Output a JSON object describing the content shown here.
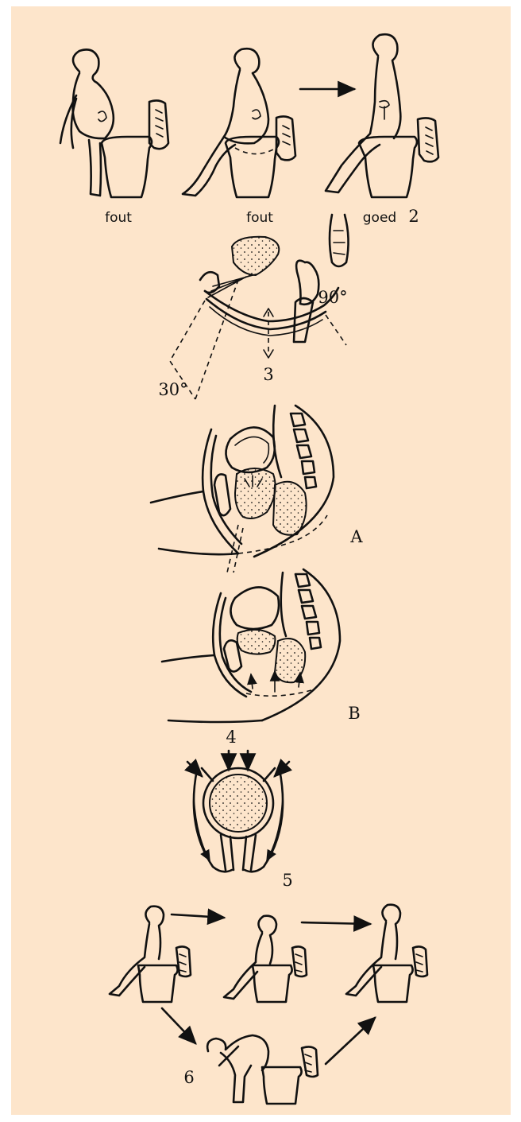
{
  "posture_labels": {
    "wrong_1": "fout",
    "wrong_2": "fout",
    "right": "goed"
  },
  "figure_numbers": {
    "fig2": "2",
    "fig3": "3",
    "fig4": "4",
    "fig5": "5",
    "fig6": "6"
  },
  "angles": {
    "angle_a": "30°",
    "angle_b": "90°"
  },
  "panels": {
    "a": "A",
    "b": "B"
  },
  "colors": {
    "panel_background": "#fde5cb",
    "ink": "#111111"
  }
}
